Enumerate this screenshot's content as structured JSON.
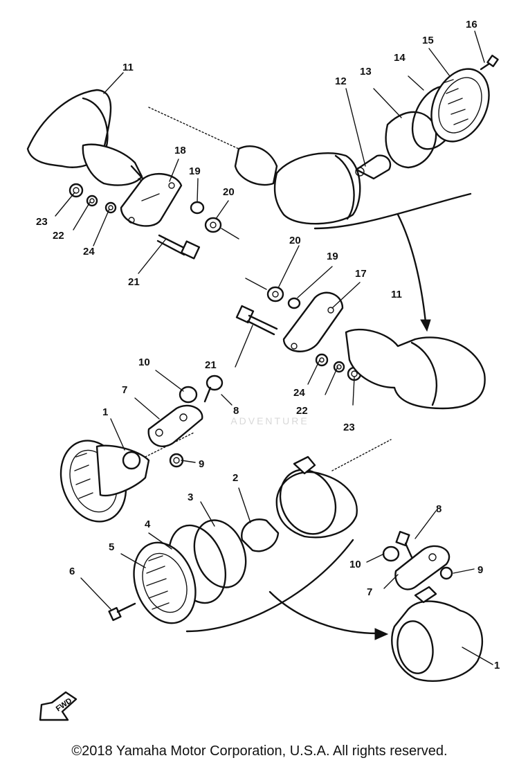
{
  "diagram": {
    "callouts": [
      {
        "label": "11"
      },
      {
        "label": "18"
      },
      {
        "label": "19"
      },
      {
        "label": "20"
      },
      {
        "label": "23"
      },
      {
        "label": "22"
      },
      {
        "label": "24"
      },
      {
        "label": "21"
      },
      {
        "label": "12"
      },
      {
        "label": "13"
      },
      {
        "label": "14"
      },
      {
        "label": "15"
      },
      {
        "label": "16"
      },
      {
        "label": "20"
      },
      {
        "label": "19"
      },
      {
        "label": "17"
      },
      {
        "label": "11"
      },
      {
        "label": "21"
      },
      {
        "label": "24"
      },
      {
        "label": "22"
      },
      {
        "label": "23"
      },
      {
        "label": "10"
      },
      {
        "label": "7"
      },
      {
        "label": "8"
      },
      {
        "label": "1"
      },
      {
        "label": "9"
      },
      {
        "label": "2"
      },
      {
        "label": "3"
      },
      {
        "label": "4"
      },
      {
        "label": "5"
      },
      {
        "label": "6"
      },
      {
        "label": "8"
      },
      {
        "label": "10"
      },
      {
        "label": "9"
      },
      {
        "label": "7"
      },
      {
        "label": "1"
      }
    ],
    "fwd_label": "FWD",
    "watermark": "ADVENTURE",
    "copyright": "©2018 Yamaha Motor Corporation, U.S.A. All rights reserved."
  }
}
